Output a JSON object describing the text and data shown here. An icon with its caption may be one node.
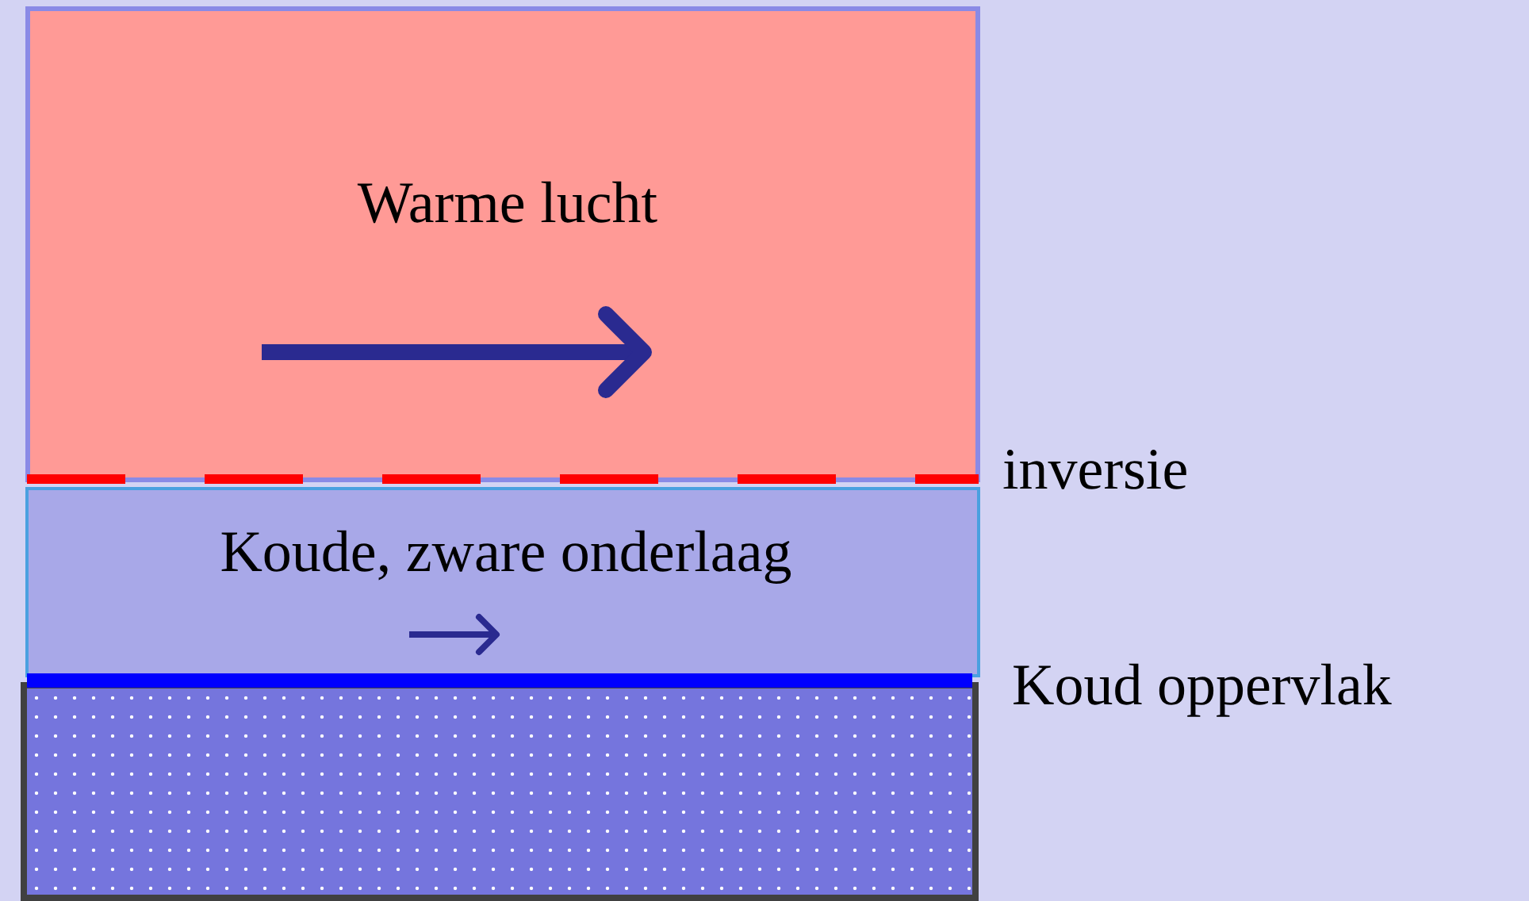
{
  "diagram": {
    "nodes": [
      {
        "text": [
          "Warme lucht"
        ]
      },
      {
        "text": [
          "Koude, zware onderlaag"
        ]
      },
      {
        "text": [],
        "shape": "box"
      }
    ],
    "labels": [
      "inversie",
      "Koud oppervlak"
    ]
  }
}
